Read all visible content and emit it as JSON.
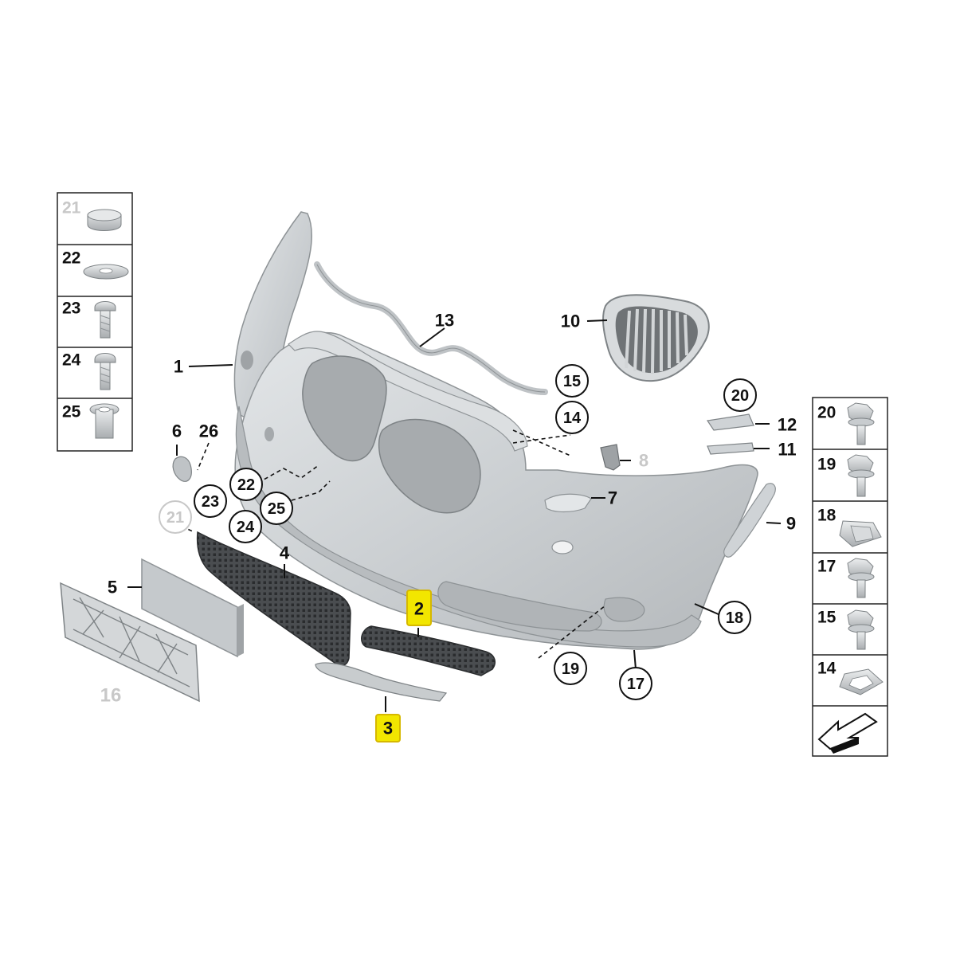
{
  "callouts": {
    "c1": "1",
    "c2": "2",
    "c3": "3",
    "c4": "4",
    "c5": "5",
    "c6": "6",
    "c7": "7",
    "c8": "8",
    "c9": "9",
    "c10": "10",
    "c11": "11",
    "c12": "12",
    "c13": "13",
    "c14": "14",
    "c15": "15",
    "c16": "16",
    "c17": "17",
    "c18": "18",
    "c19": "19",
    "c20": "20",
    "c21": "21",
    "c22": "22",
    "c23": "23",
    "c24": "24",
    "c25": "25",
    "c26": "26"
  },
  "left_panel": {
    "items": [
      {
        "label": "21",
        "part": "cap"
      },
      {
        "label": "22",
        "part": "washer"
      },
      {
        "label": "23",
        "part": "screw"
      },
      {
        "label": "24",
        "part": "screw"
      },
      {
        "label": "25",
        "part": "bushing"
      }
    ]
  },
  "right_panel": {
    "items": [
      {
        "label": "20",
        "part": "screw-with-collar"
      },
      {
        "label": "19",
        "part": "screw-with-collar"
      },
      {
        "label": "18",
        "part": "clip-nut"
      },
      {
        "label": "17",
        "part": "screw-with-collar"
      },
      {
        "label": "15",
        "part": "screw-with-collar"
      },
      {
        "label": "14",
        "part": "grommet"
      }
    ],
    "footer_icon": "direction-arrow-icon"
  },
  "highlighted_parts": [
    "2",
    "3"
  ],
  "colors": {
    "highlight": "#f2e600",
    "part_fill": "#cfd3d6",
    "faded_label": "#c8c8c8"
  }
}
